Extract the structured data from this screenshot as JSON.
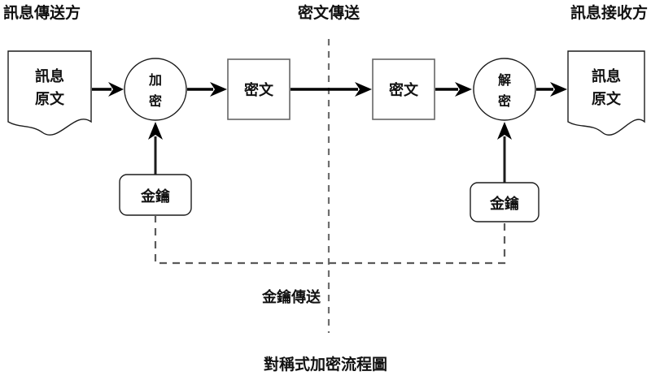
{
  "diagram": {
    "title": "對稱式加密流程圖",
    "zones": [
      {
        "id": "sender",
        "label": "訊息傳送方"
      },
      {
        "id": "channel",
        "label": "密文傳送"
      },
      {
        "id": "receiver",
        "label": "訊息接收方"
      }
    ],
    "nodes": [
      {
        "id": "plaintext-in",
        "shape": "document",
        "line1": "訊息",
        "line2": "原文"
      },
      {
        "id": "encrypt",
        "shape": "circle",
        "line1": "加",
        "line2": "密"
      },
      {
        "id": "ciphertext-left",
        "shape": "rect",
        "line1": "密文"
      },
      {
        "id": "ciphertext-right",
        "shape": "rect",
        "line1": "密文"
      },
      {
        "id": "decrypt",
        "shape": "circle",
        "line1": "解",
        "line2": "密"
      },
      {
        "id": "plaintext-out",
        "shape": "document",
        "line1": "訊息",
        "line2": "原文"
      },
      {
        "id": "key-sender",
        "shape": "rounded-rect",
        "line1": "金鑰"
      },
      {
        "id": "key-receiver",
        "shape": "rounded-rect",
        "line1": "金鑰"
      }
    ],
    "paths": [
      {
        "id": "key-transfer",
        "label": "金鑰傳送",
        "style": "dashed"
      }
    ],
    "colors": {
      "stroke_dark": "#1c1c1c",
      "stroke_gray": "#666666",
      "dashed_gray": "#5a5a5a",
      "background": "#ffffff",
      "text": "#111111"
    }
  }
}
